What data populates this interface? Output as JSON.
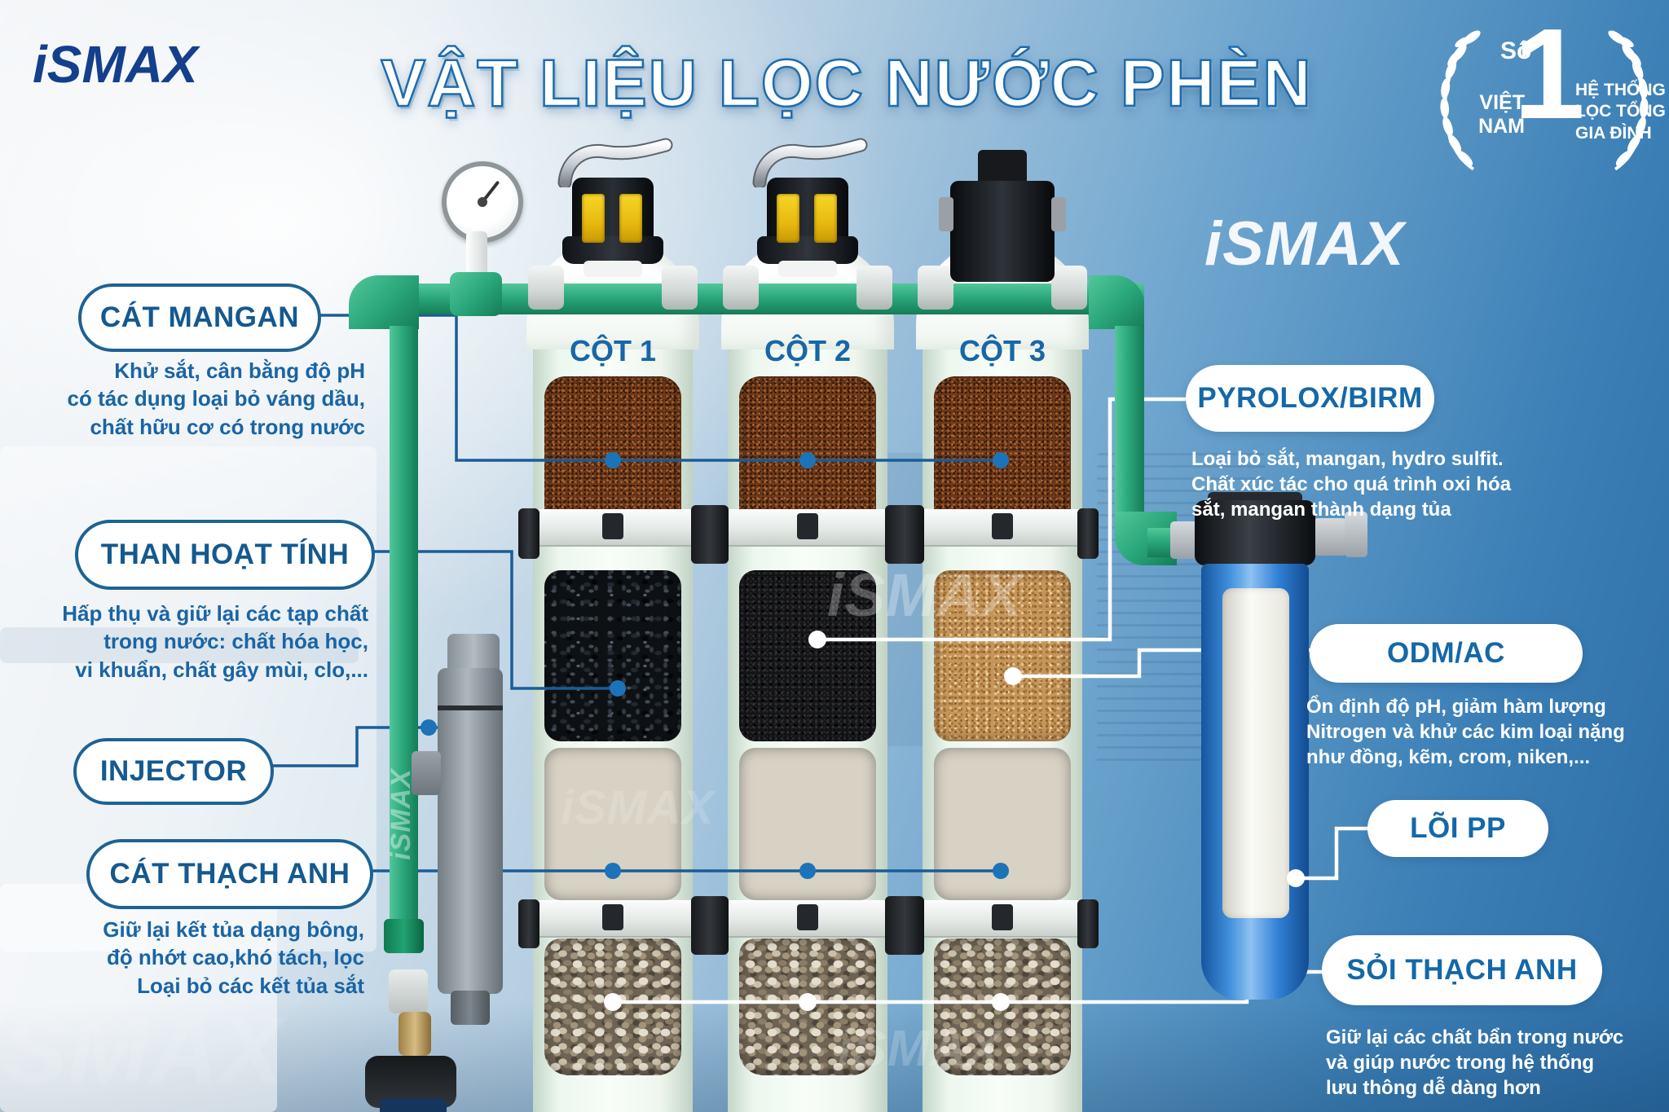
{
  "logo": {
    "text": "iSMAX"
  },
  "title": {
    "text": "VẬT LIỆU LỌC NƯỚC PHÈN"
  },
  "badge": {
    "so": "Số",
    "one": "1",
    "vietnam": "VIỆT NAM",
    "right_lines": [
      "HỆ THỐNG",
      "LỌC TỔNG",
      "GIA ĐÌNH"
    ]
  },
  "columns": [
    {
      "label": "CỘT 1"
    },
    {
      "label": "CỘT 2"
    },
    {
      "label": "CỘT 3"
    }
  ],
  "left_labels": [
    {
      "title": "CÁT MANGAN",
      "desc": "Khử sắt, cân bằng độ pH\ncó tác dụng loại bỏ váng dầu,\nchất hữu cơ có trong nước"
    },
    {
      "title": "THAN HOẠT TÍNH",
      "desc": "Hấp thụ và giữ lại các tạp chất\ntrong nước: chất hóa học,\nvi khuẩn, chất gây mùi, clo,..."
    },
    {
      "title": "INJECTOR",
      "desc": ""
    },
    {
      "title": "CÁT THẠCH ANH",
      "desc": "Giữ lại kết tủa dạng bông,\nđộ nhớt cao,khó tách, lọc\nLoại bỏ các kết tủa sắt"
    }
  ],
  "right_labels": [
    {
      "title": "PYROLOX/BIRM",
      "desc": "Loại bỏ sắt, mangan, hydro sulfit.\nChất xúc tác cho quá trình oxi hóa\nsắt, mangan thành dạng tủa"
    },
    {
      "title": "ODM/AC",
      "desc": "Ổn định độ pH, giảm hàm lượng\nNitrogen và khử các kim loại nặng\nnhư đồng, kẽm, crom, niken,..."
    },
    {
      "title": "LÕI PP",
      "desc": ""
    },
    {
      "title": "SỎI THẠCH ANH",
      "desc": "Giữ lại các chất bẩn trong nước\nvà giúp nước trong hệ thống\nlưu thông dễ dàng hơn"
    }
  ],
  "watermark": {
    "text": "iSMAX"
  },
  "colors": {
    "brand_blue": "#143f8c",
    "label_blue": "#1468a8",
    "pill_border": "#1d6294",
    "pipe_green": "#2ba87c",
    "filter_blue": "#2f7fd4",
    "background_blue": "#3b7fb6",
    "line_blue": "#1a5c96",
    "line_white": "#ffffff"
  }
}
